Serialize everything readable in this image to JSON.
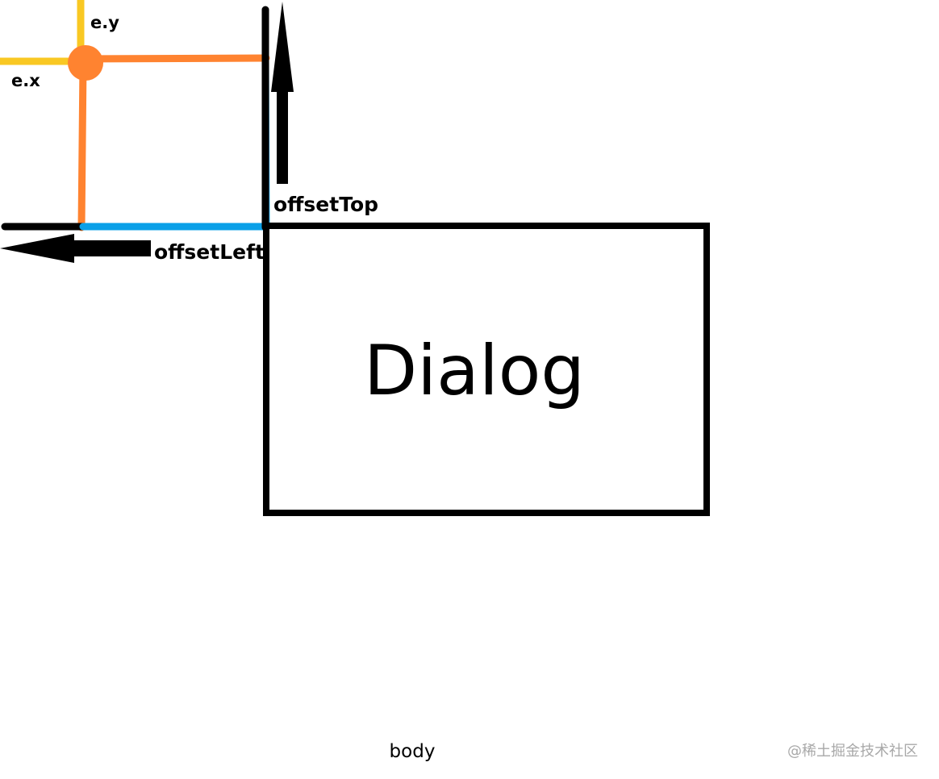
{
  "labels": {
    "ey": "e.y",
    "ex": "e.x",
    "offset_top": "offsetTop",
    "offset_left": "offsetLeft",
    "dialog": "Dialog",
    "body": "body"
  },
  "watermark": "@稀土掘金技术社区",
  "colors": {
    "pointer_axis": "#f9c823",
    "pointer": "#ff8330",
    "offset_box": "#0aa0e8",
    "ink": "#000000",
    "watermark": "#a8a8a8"
  }
}
